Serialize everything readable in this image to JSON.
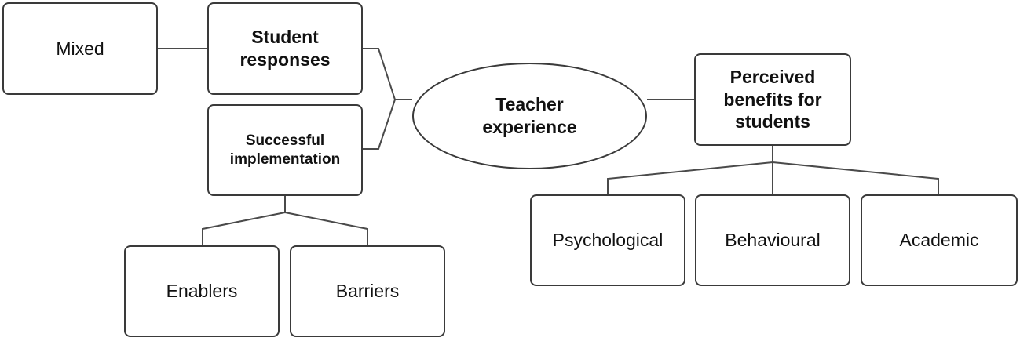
{
  "diagram": {
    "central_node": "Teacher\nexperience",
    "left_branch": {
      "student_responses": "Student\nresponses",
      "mixed": "Mixed",
      "successful_implementation": "Successful\nimplementation",
      "enablers": "Enablers",
      "barriers": "Barriers"
    },
    "right_branch": {
      "perceived_benefits": "Perceived\nbenefits for\nstudents",
      "psychological": "Psychological",
      "behavioural": "Behavioural",
      "academic": "Academic"
    }
  }
}
